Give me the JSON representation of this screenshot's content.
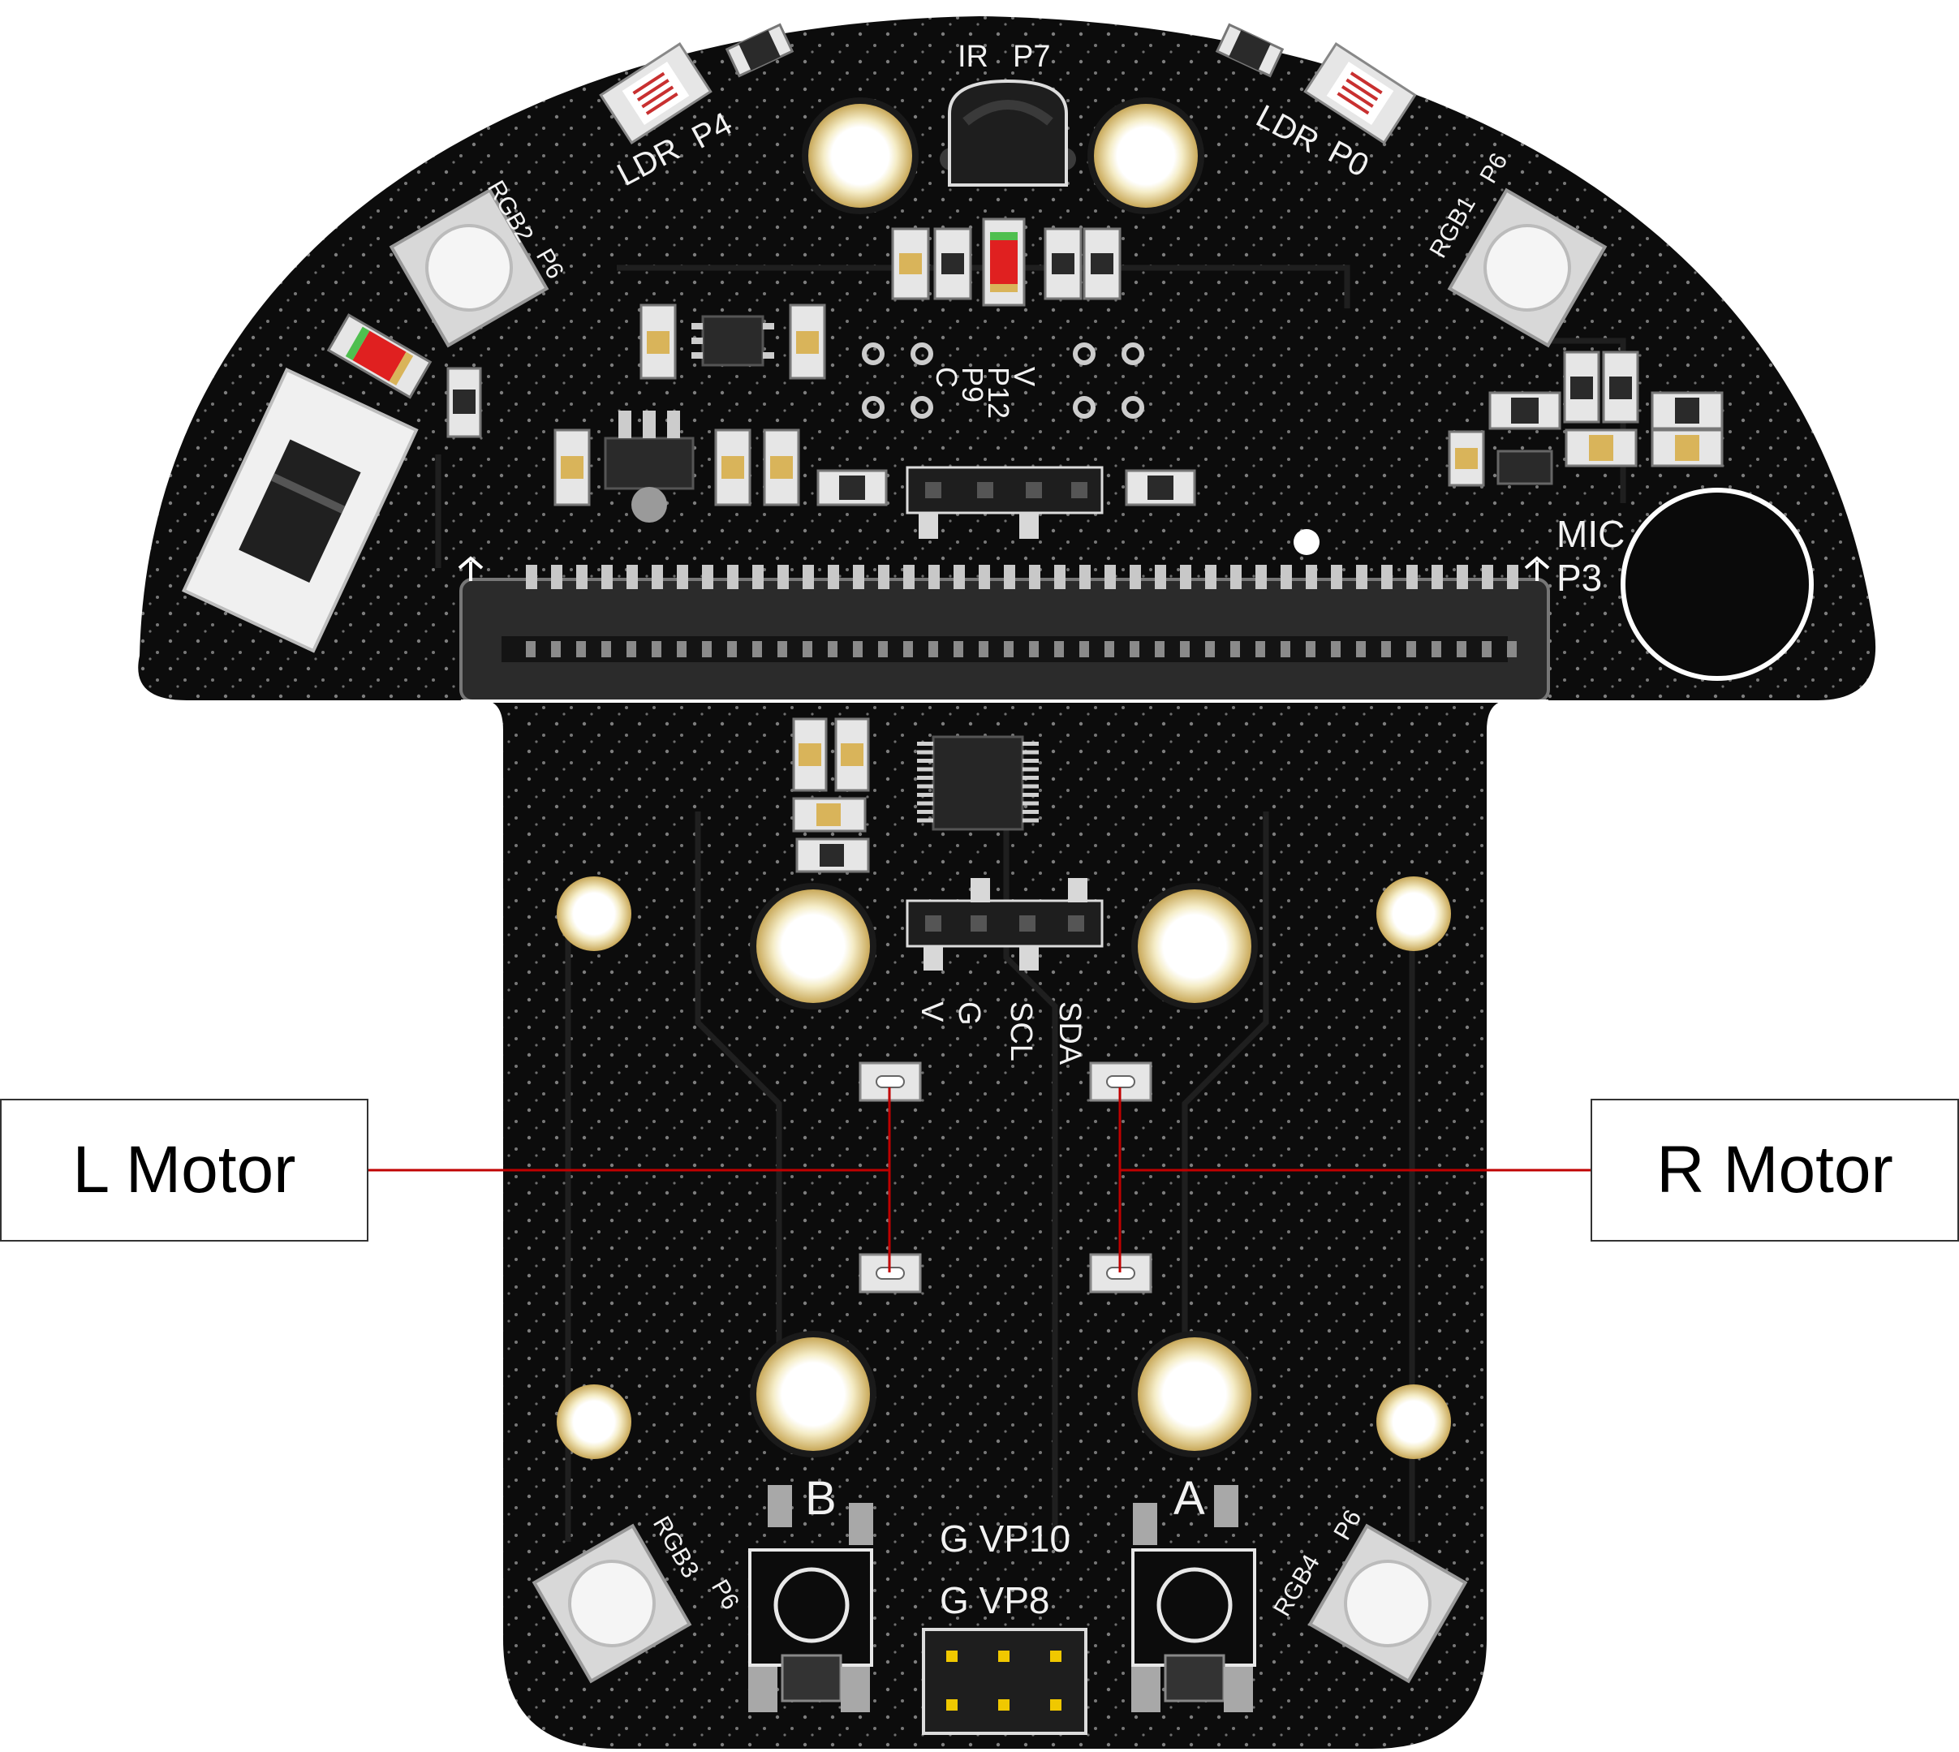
{
  "callouts": {
    "left_motor": "L Motor",
    "right_motor": "R Motor"
  },
  "silkscreen": {
    "ir": "IR",
    "p7": "P7",
    "ldr_left": "LDR",
    "p4": "P4",
    "ldr_right": "LDR",
    "p0": "P0",
    "rgb2": "RGB2",
    "p6_rgb2": "P6",
    "rgb1": "RGB1",
    "p6_rgb1": "P6",
    "v_top": "V",
    "p12": "P12",
    "p9": "P9",
    "c_top": "C",
    "mic": "MIC",
    "p3": "P3",
    "v_i2c": "V",
    "g_i2c": "G",
    "scl": "SCL",
    "sda": "SDA",
    "btn_b": "B",
    "btn_a": "A",
    "header_row1": "G VP10",
    "header_row2": "G VP8",
    "rgb3": "RGB3",
    "p6_rgb3": "P6",
    "rgb4": "RGB4",
    "p6_rgb4": "P6"
  },
  "colors": {
    "pcb": "#0c0c0c",
    "silkscreen": "#f2f2f2",
    "pad_gold": "#d9b45a",
    "mount_ring": "#efe3b0",
    "leader_line": "#c00000"
  }
}
